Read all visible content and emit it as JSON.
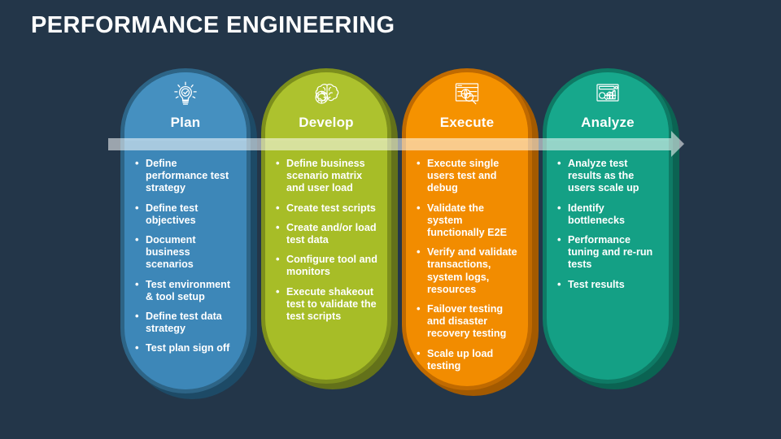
{
  "title": "PERFORMANCE ENGINEERING",
  "theme": {
    "background": "#233649",
    "title_color": "#ffffff",
    "band_color": "rgba(255,255,255,0.55)"
  },
  "flow_arrow": {
    "name": "process-flow-arrow",
    "direction": "left-to-right"
  },
  "columns": [
    {
      "id": "plan",
      "label": "Plan",
      "icon": "lightbulb-check-icon",
      "color": "#3d87b8",
      "shade": "#2d6486",
      "bullets": [
        "Define performance test strategy",
        "Define test objectives",
        "Document business scenarios",
        "Test environment & tool setup",
        "Define test data strategy",
        "Test plan sign off"
      ]
    },
    {
      "id": "develop",
      "label": "Develop",
      "icon": "brain-gear-icon",
      "color": "#a7bd27",
      "shade": "#7d8f1c",
      "bullets": [
        "Define business scenario matrix and user load",
        "Create test scripts",
        "Create and/or load test data",
        "Configure tool and monitors",
        "Execute shakeout test to validate the test scripts"
      ]
    },
    {
      "id": "execute",
      "label": "Execute",
      "icon": "browser-globe-search-icon",
      "color": "#f28c00",
      "shade": "#c06a00",
      "bullets": [
        "Execute single users test and debug",
        "Validate the system functionally E2E",
        "Verify and validate transactions, system logs, resources",
        "Failover testing and disaster recovery testing",
        "Scale up load testing"
      ]
    },
    {
      "id": "analyze",
      "label": "Analyze",
      "icon": "chart-magnifier-icon",
      "color": "#14a085",
      "shade": "#0e7a65",
      "bullets": [
        "Analyze test results as the users scale up",
        "Identify bottlenecks",
        "Performance tuning and re-run tests",
        "Test results"
      ]
    }
  ]
}
